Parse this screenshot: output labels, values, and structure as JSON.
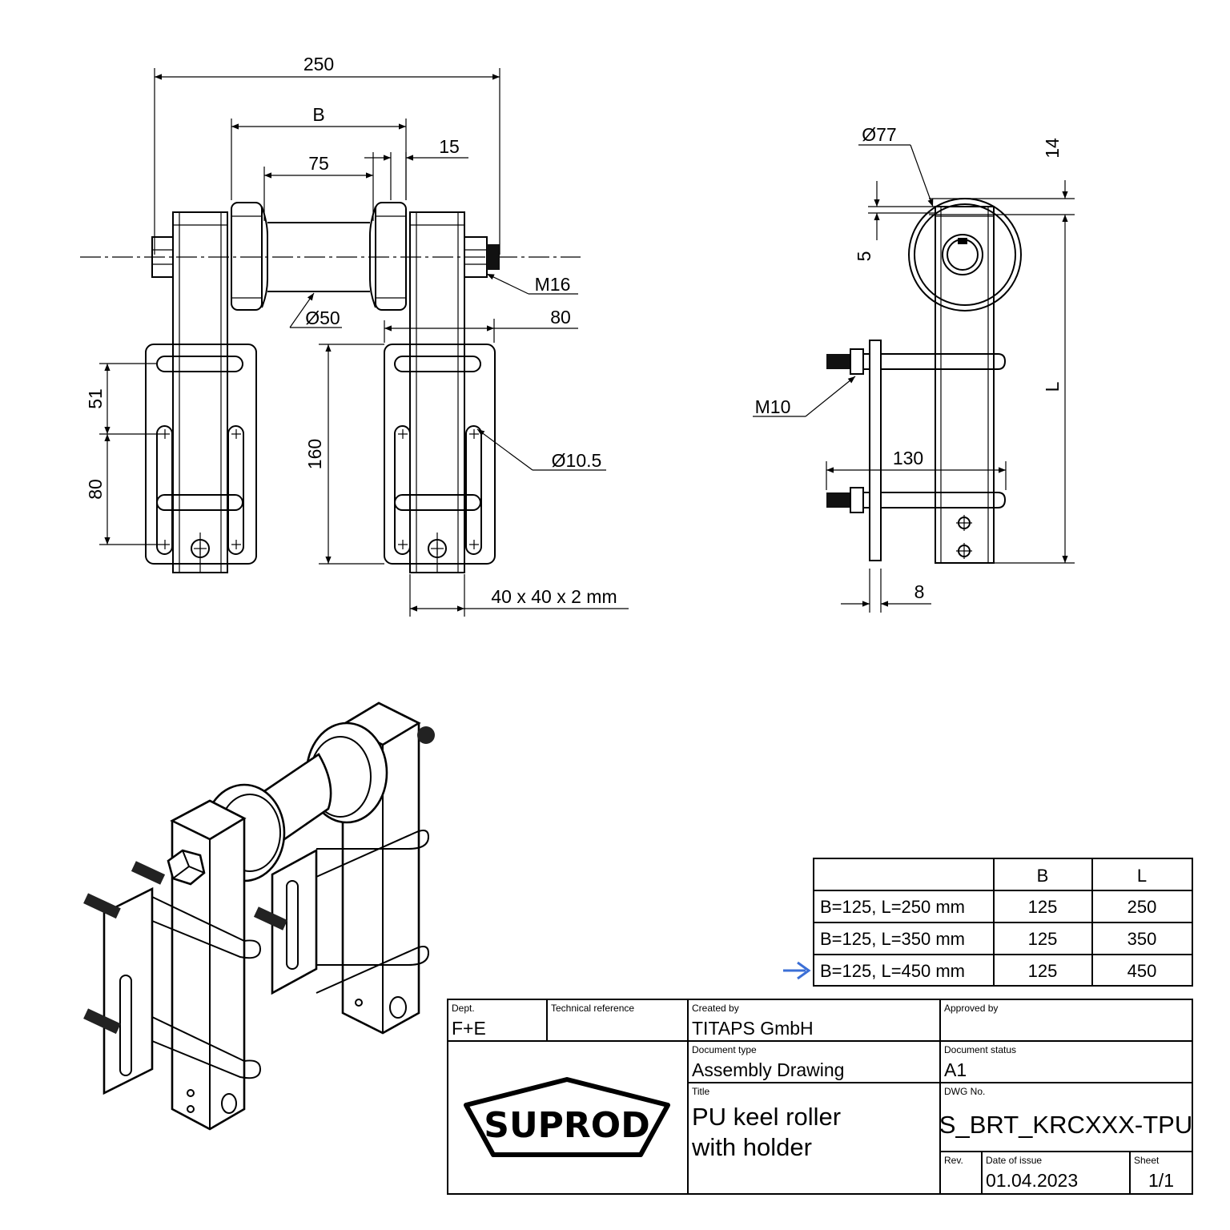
{
  "front_view": {
    "dims": {
      "overall": "250",
      "b": "B",
      "roller_width": "75",
      "flange": "15",
      "bolt": "M16",
      "roller_diameter": "Ø50",
      "bracket_width": "80",
      "slot_pitch": "51",
      "slot_length": "80",
      "bracket_height": "160",
      "hole": "Ø10.5",
      "tube": "40 x 40 x 2 mm"
    }
  },
  "side_view": {
    "dims": {
      "roller_od": "Ø77",
      "top_gap": "14",
      "offset": "5",
      "length": "L",
      "bolt": "M10",
      "ubolt_span": "130",
      "plate_thickness": "8"
    }
  },
  "variants_table": {
    "headers": [
      "",
      "B",
      "L"
    ],
    "rows": [
      {
        "name": "B=125, L=250 mm",
        "b": "125",
        "l": "250",
        "selected": false
      },
      {
        "name": "B=125, L=350 mm",
        "b": "125",
        "l": "350",
        "selected": false
      },
      {
        "name": "B=125, L=450 mm",
        "b": "125",
        "l": "450",
        "selected": true
      }
    ],
    "marker_color": "#3b6fd6"
  },
  "title_block": {
    "dept": {
      "label": "Dept.",
      "value": "F+E"
    },
    "tech_ref": {
      "label": "Technical reference",
      "value": ""
    },
    "created_by": {
      "label": "Created by",
      "value": "TITAPS GmbH"
    },
    "approved_by": {
      "label": "Approved by",
      "value": ""
    },
    "doc_type": {
      "label": "Document type",
      "value": "Assembly Drawing"
    },
    "doc_status": {
      "label": "Document status",
      "value": "A1"
    },
    "title": {
      "label": "Title",
      "line1": "PU keel roller",
      "line2": "with holder"
    },
    "dwg_no": {
      "label": "DWG No.",
      "value": "S_BRT_KRCXXX-TPU"
    },
    "rev": {
      "label": "Rev.",
      "value": ""
    },
    "date": {
      "label": "Date of issue",
      "value": "01.04.2023"
    },
    "sheet": {
      "label": "Sheet",
      "value": "1/1"
    },
    "logo": "SUPROD"
  }
}
